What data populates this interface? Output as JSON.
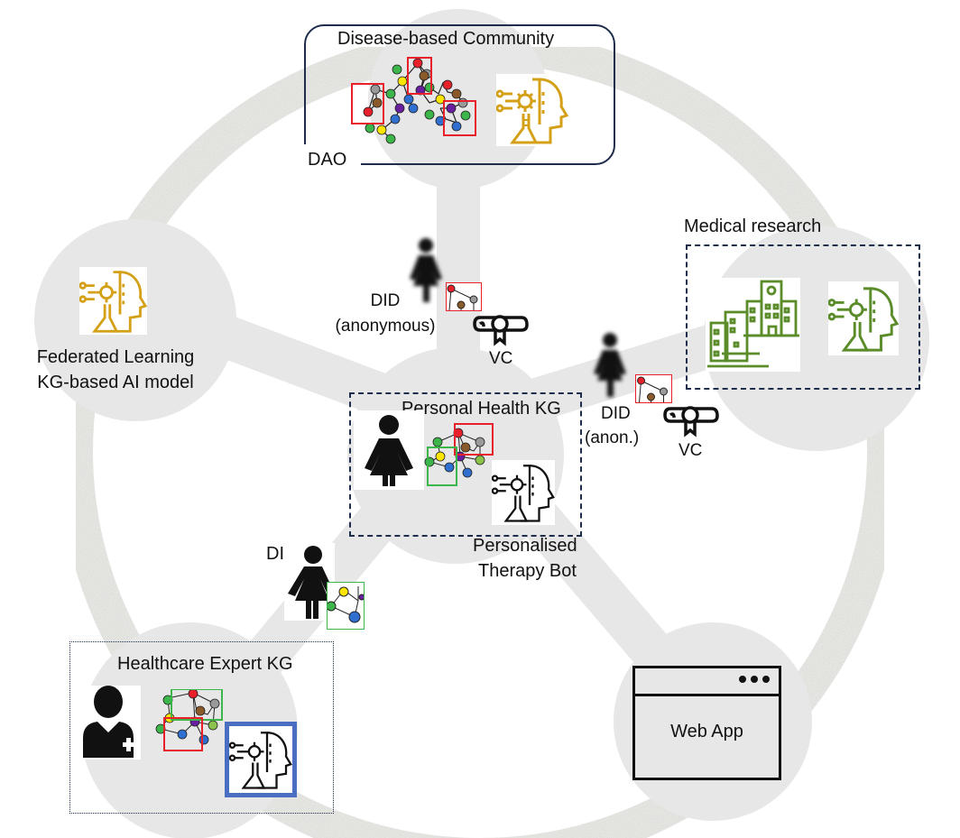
{
  "diagram": {
    "type": "hub-and-spoke ecosystem diagram",
    "hub": {
      "title": "Personal Health KG",
      "bot_label_line1": "Personalised",
      "bot_label_line2": "Therapy Bot",
      "icons": [
        "person-female-icon",
        "knowledge-graph-icon",
        "ai-head-icon"
      ]
    },
    "community": {
      "title": "Disease-based Community",
      "tag": "DAO",
      "icons": [
        "knowledge-graph-icon",
        "ai-head-icon"
      ]
    },
    "federated": {
      "line1": "Federated Learning",
      "line2": "KG-based AI model"
    },
    "research": {
      "title": "Medical research",
      "icons": [
        "hospital-icon",
        "ai-head-icon"
      ]
    },
    "expert": {
      "title": "Healthcare Expert KG",
      "icons": [
        "doctor-icon",
        "knowledge-graph-icon",
        "ai-head-icon"
      ]
    },
    "webapp": {
      "label": "Web App"
    },
    "links": {
      "community_link": {
        "did_line1": "DID",
        "did_line2": "(anonymous)",
        "vc": "VC"
      },
      "research_link": {
        "did_line1": "DID",
        "did_line2": "(anon.)",
        "vc": "VC"
      },
      "expert_link": {
        "did": "DID"
      }
    },
    "colors": {
      "ring": "#e4e4e2",
      "node": "#e7e7e7",
      "frame": "#1f2d4d",
      "gold": "#d4a017",
      "green": "#5b8c2a",
      "red_box": "#e8202a",
      "green_box": "#3cb54a",
      "blue_frame": "#4a6fc2"
    }
  }
}
